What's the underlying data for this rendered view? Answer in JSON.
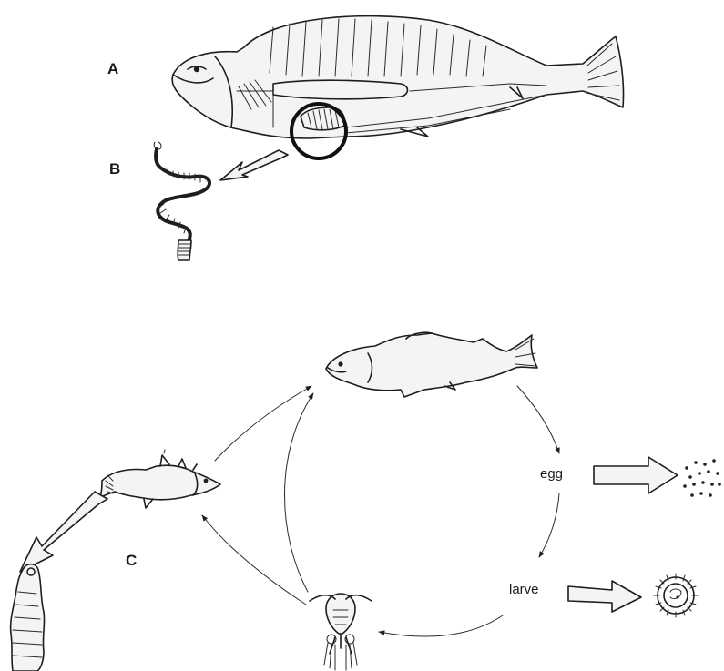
{
  "panels": {
    "a": {
      "letter": "A"
    },
    "b": {
      "letter": "B"
    },
    "c": {
      "letter": "C"
    }
  },
  "life_cycle": {
    "egg_label": "egg",
    "larva_label": "larve"
  },
  "colors": {
    "ink": "#1e1e1e",
    "background": "#ffffff"
  }
}
